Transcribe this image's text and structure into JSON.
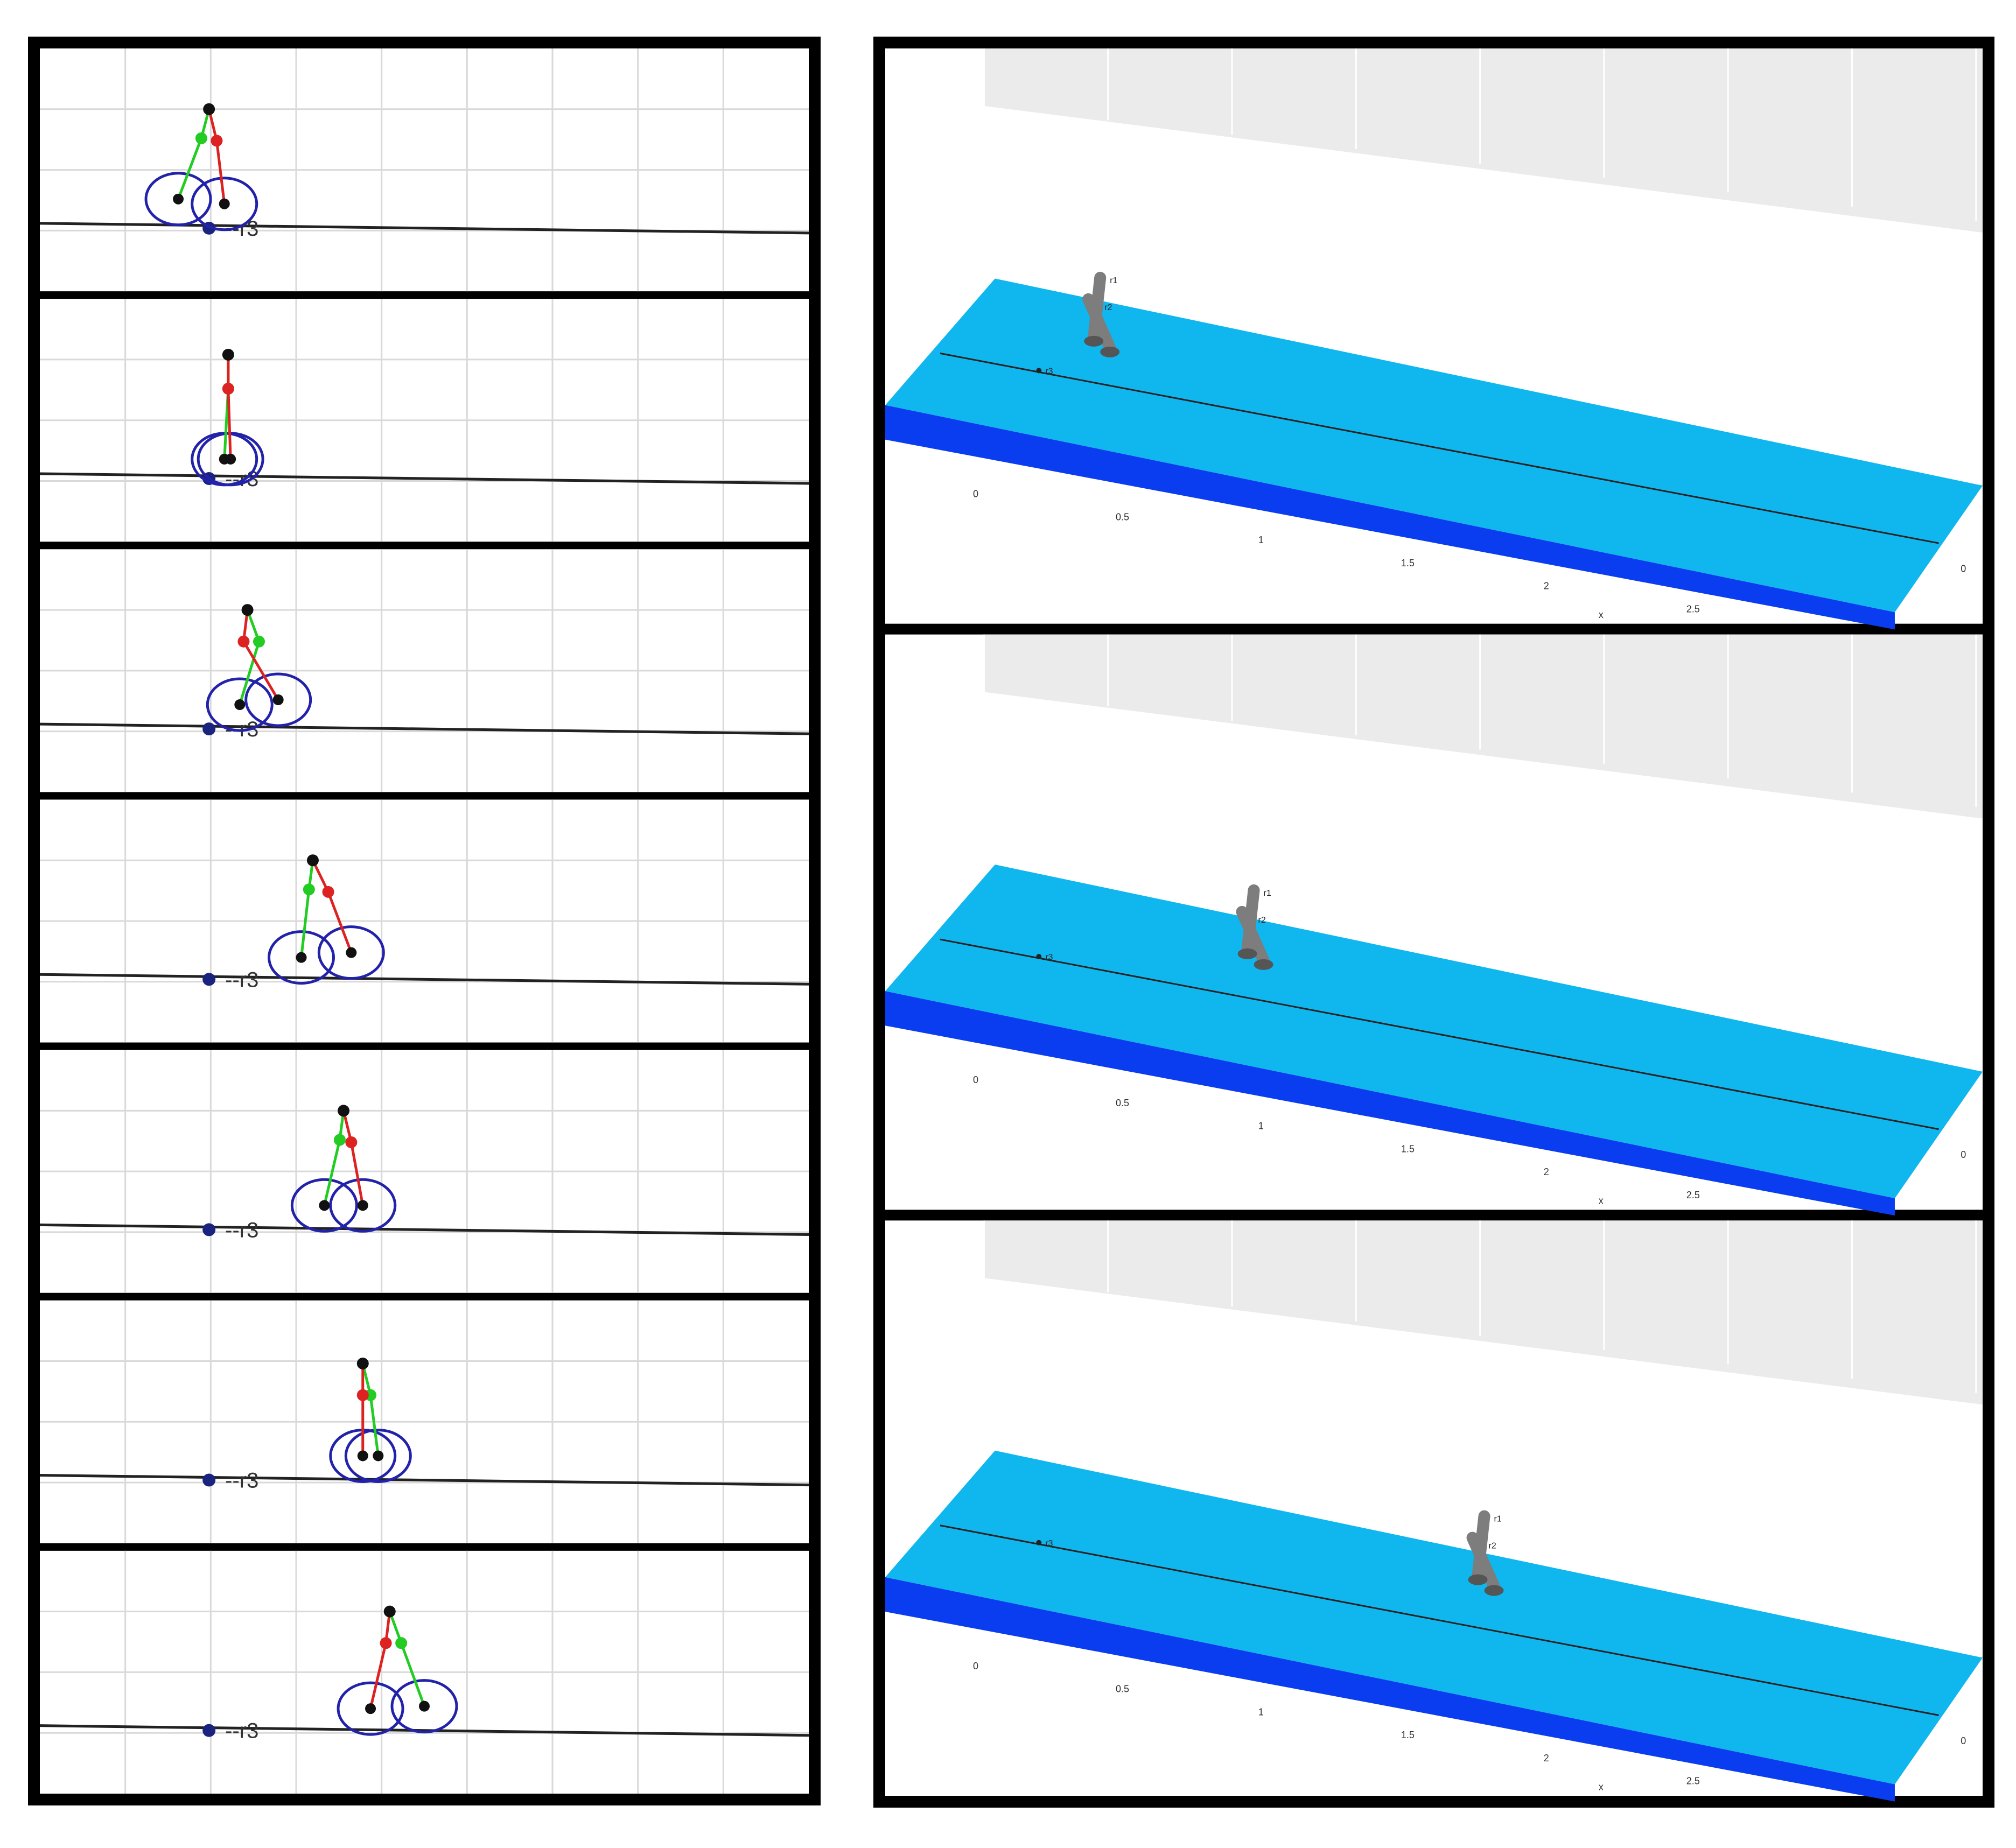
{
  "colors": {
    "background": "#ffffff",
    "frame": "#000000",
    "grid": "#d9d9d9",
    "ground_line": "#222222",
    "thigh_left": "#22cc22",
    "thigh_right": "#dd2222",
    "wheel_outline": "#2222aa",
    "marker_blue": "#1a237e",
    "joint_dot": "#111111",
    "floor_top": "#0fb7ee",
    "floor_side": "#0a3df0",
    "wall_3d": "#ebebeb",
    "leg_3d": "#7d7d7d"
  },
  "left_panels": {
    "marker_label": "--r3",
    "frames": [
      {
        "hip": [
          0.22,
          0.25
        ],
        "knee_left": [
          0.21,
          0.37
        ],
        "knee_right": [
          0.23,
          0.38
        ],
        "foot_left": [
          0.18,
          0.62
        ],
        "foot_right": [
          0.24,
          0.64
        ]
      },
      {
        "hip": [
          0.245,
          0.23
        ],
        "knee_left": [
          0.245,
          0.37
        ],
        "knee_right": [
          0.245,
          0.37
        ],
        "foot_left": [
          0.24,
          0.66
        ],
        "foot_right": [
          0.248,
          0.66
        ]
      },
      {
        "hip": [
          0.27,
          0.25
        ],
        "knee_left": [
          0.285,
          0.38
        ],
        "knee_right": [
          0.265,
          0.38
        ],
        "foot_left": [
          0.26,
          0.64
        ],
        "foot_right": [
          0.31,
          0.62
        ]
      },
      {
        "hip": [
          0.355,
          0.25
        ],
        "knee_left": [
          0.35,
          0.37
        ],
        "knee_right": [
          0.375,
          0.38
        ],
        "foot_left": [
          0.34,
          0.65
        ],
        "foot_right": [
          0.405,
          0.63
        ]
      },
      {
        "hip": [
          0.395,
          0.25
        ],
        "knee_left": [
          0.39,
          0.37
        ],
        "knee_right": [
          0.405,
          0.38
        ],
        "foot_left": [
          0.37,
          0.64
        ],
        "foot_right": [
          0.42,
          0.64
        ]
      },
      {
        "hip": [
          0.42,
          0.26
        ],
        "knee_left": [
          0.43,
          0.39
        ],
        "knee_right": [
          0.42,
          0.39
        ],
        "foot_left": [
          0.44,
          0.64
        ],
        "foot_right": [
          0.42,
          0.64
        ]
      },
      {
        "hip": [
          0.455,
          0.25
        ],
        "knee_left": [
          0.47,
          0.38
        ],
        "knee_right": [
          0.45,
          0.38
        ],
        "foot_left": [
          0.5,
          0.64
        ],
        "foot_right": [
          0.43,
          0.65
        ]
      }
    ]
  },
  "right_panels": {
    "x_ticks": [
      "0",
      "0.5",
      "1",
      "1.5",
      "2",
      "2.5"
    ],
    "x_axis_label": "x",
    "y_tick": "0",
    "labels": {
      "r1": "r1",
      "r2": "r2",
      "r3": "r3"
    },
    "frames": [
      {
        "walker_at": 0.19
      },
      {
        "walker_at": 0.33
      },
      {
        "walker_at": 0.54
      }
    ]
  }
}
